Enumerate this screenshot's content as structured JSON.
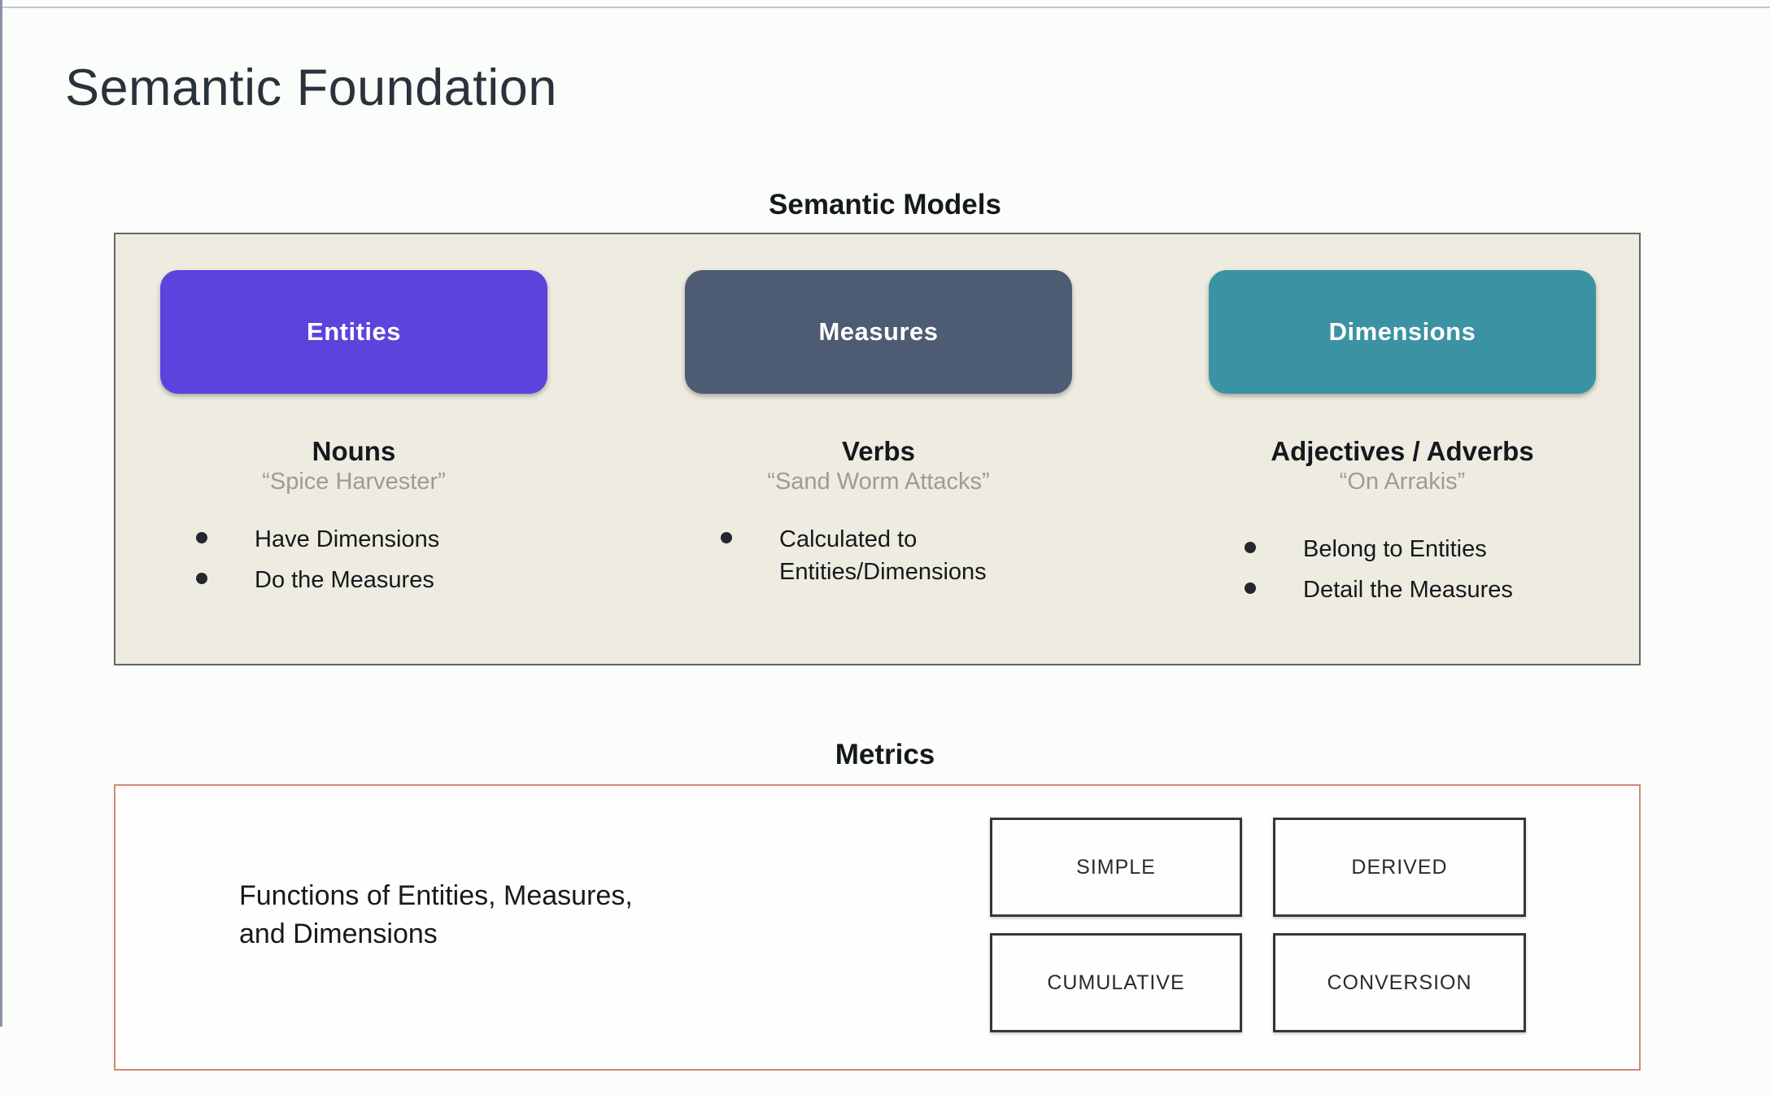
{
  "page": {
    "title": "Semantic Foundation"
  },
  "semantic_models": {
    "heading": "Semantic Models",
    "panel_bg": "#eeece0",
    "panel_border": "#62666d",
    "columns": [
      {
        "button": "Entities",
        "button_color": "#5b44dd",
        "heading": "Nouns",
        "quote": "“Spice Harvester”",
        "bullets": [
          "Have Dimensions",
          "Do the Measures"
        ]
      },
      {
        "button": "Measures",
        "button_color": "#4d5c73",
        "heading": "Verbs",
        "quote": "“Sand Worm Attacks”",
        "bullets": [
          "Calculated to Entities/Dimensions"
        ]
      },
      {
        "button": "Dimensions",
        "button_color": "#3b92a2",
        "heading": "Adjectives / Adverbs",
        "quote": "“On Arrakis”",
        "bullets": [
          "Belong to Entities",
          "Detail the Measures"
        ]
      }
    ]
  },
  "metrics": {
    "heading": "Metrics",
    "panel_border": "#cf8a77",
    "description_line1": "Functions of Entities, Measures,",
    "description_line2": "and Dimensions",
    "types": [
      "SIMPLE",
      "DERIVED",
      "CUMULATIVE",
      "CONVERSION"
    ]
  }
}
